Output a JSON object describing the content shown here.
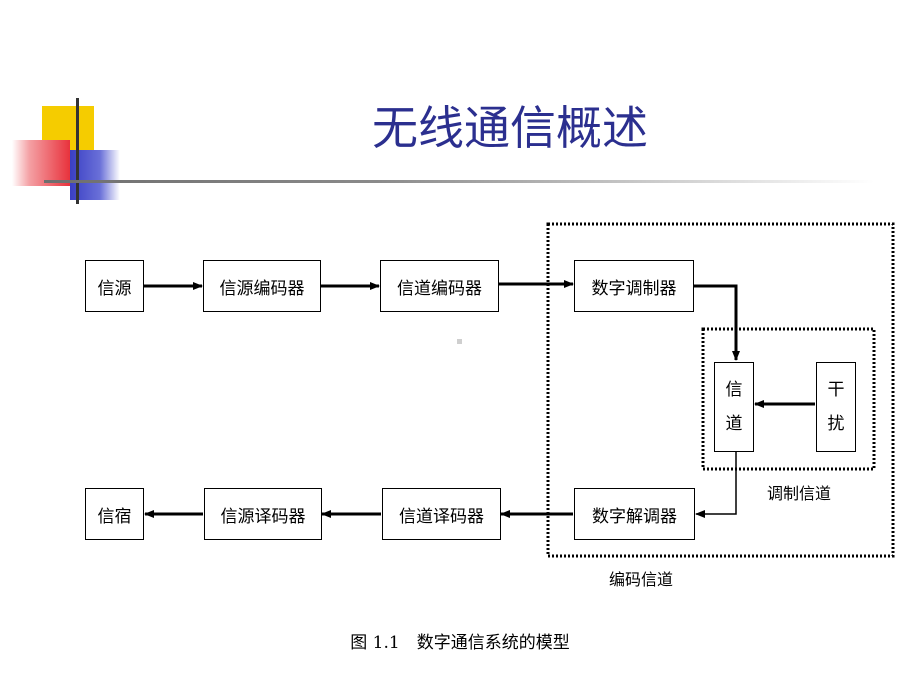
{
  "slide": {
    "title": "无线通信概述"
  },
  "diagram": {
    "top_row": [
      "信源",
      "信源编码器",
      "信道编码器",
      "数字调制器"
    ],
    "bottom_row": [
      "信宿",
      "信源译码器",
      "信道译码器",
      "数字解调器"
    ],
    "channel": {
      "char1": "信",
      "char2": "道"
    },
    "interference": {
      "char1": "干",
      "char2": "扰"
    },
    "modulation_channel_label": "调制信道",
    "coding_channel_label": "编码信道"
  },
  "caption": "图 1.1　数字通信系统的模型",
  "colors": {
    "title": "#2b2f8f",
    "deco_yellow": "#f5cc00",
    "deco_red": "#e8323c",
    "deco_blue": "#3a3fc4"
  }
}
